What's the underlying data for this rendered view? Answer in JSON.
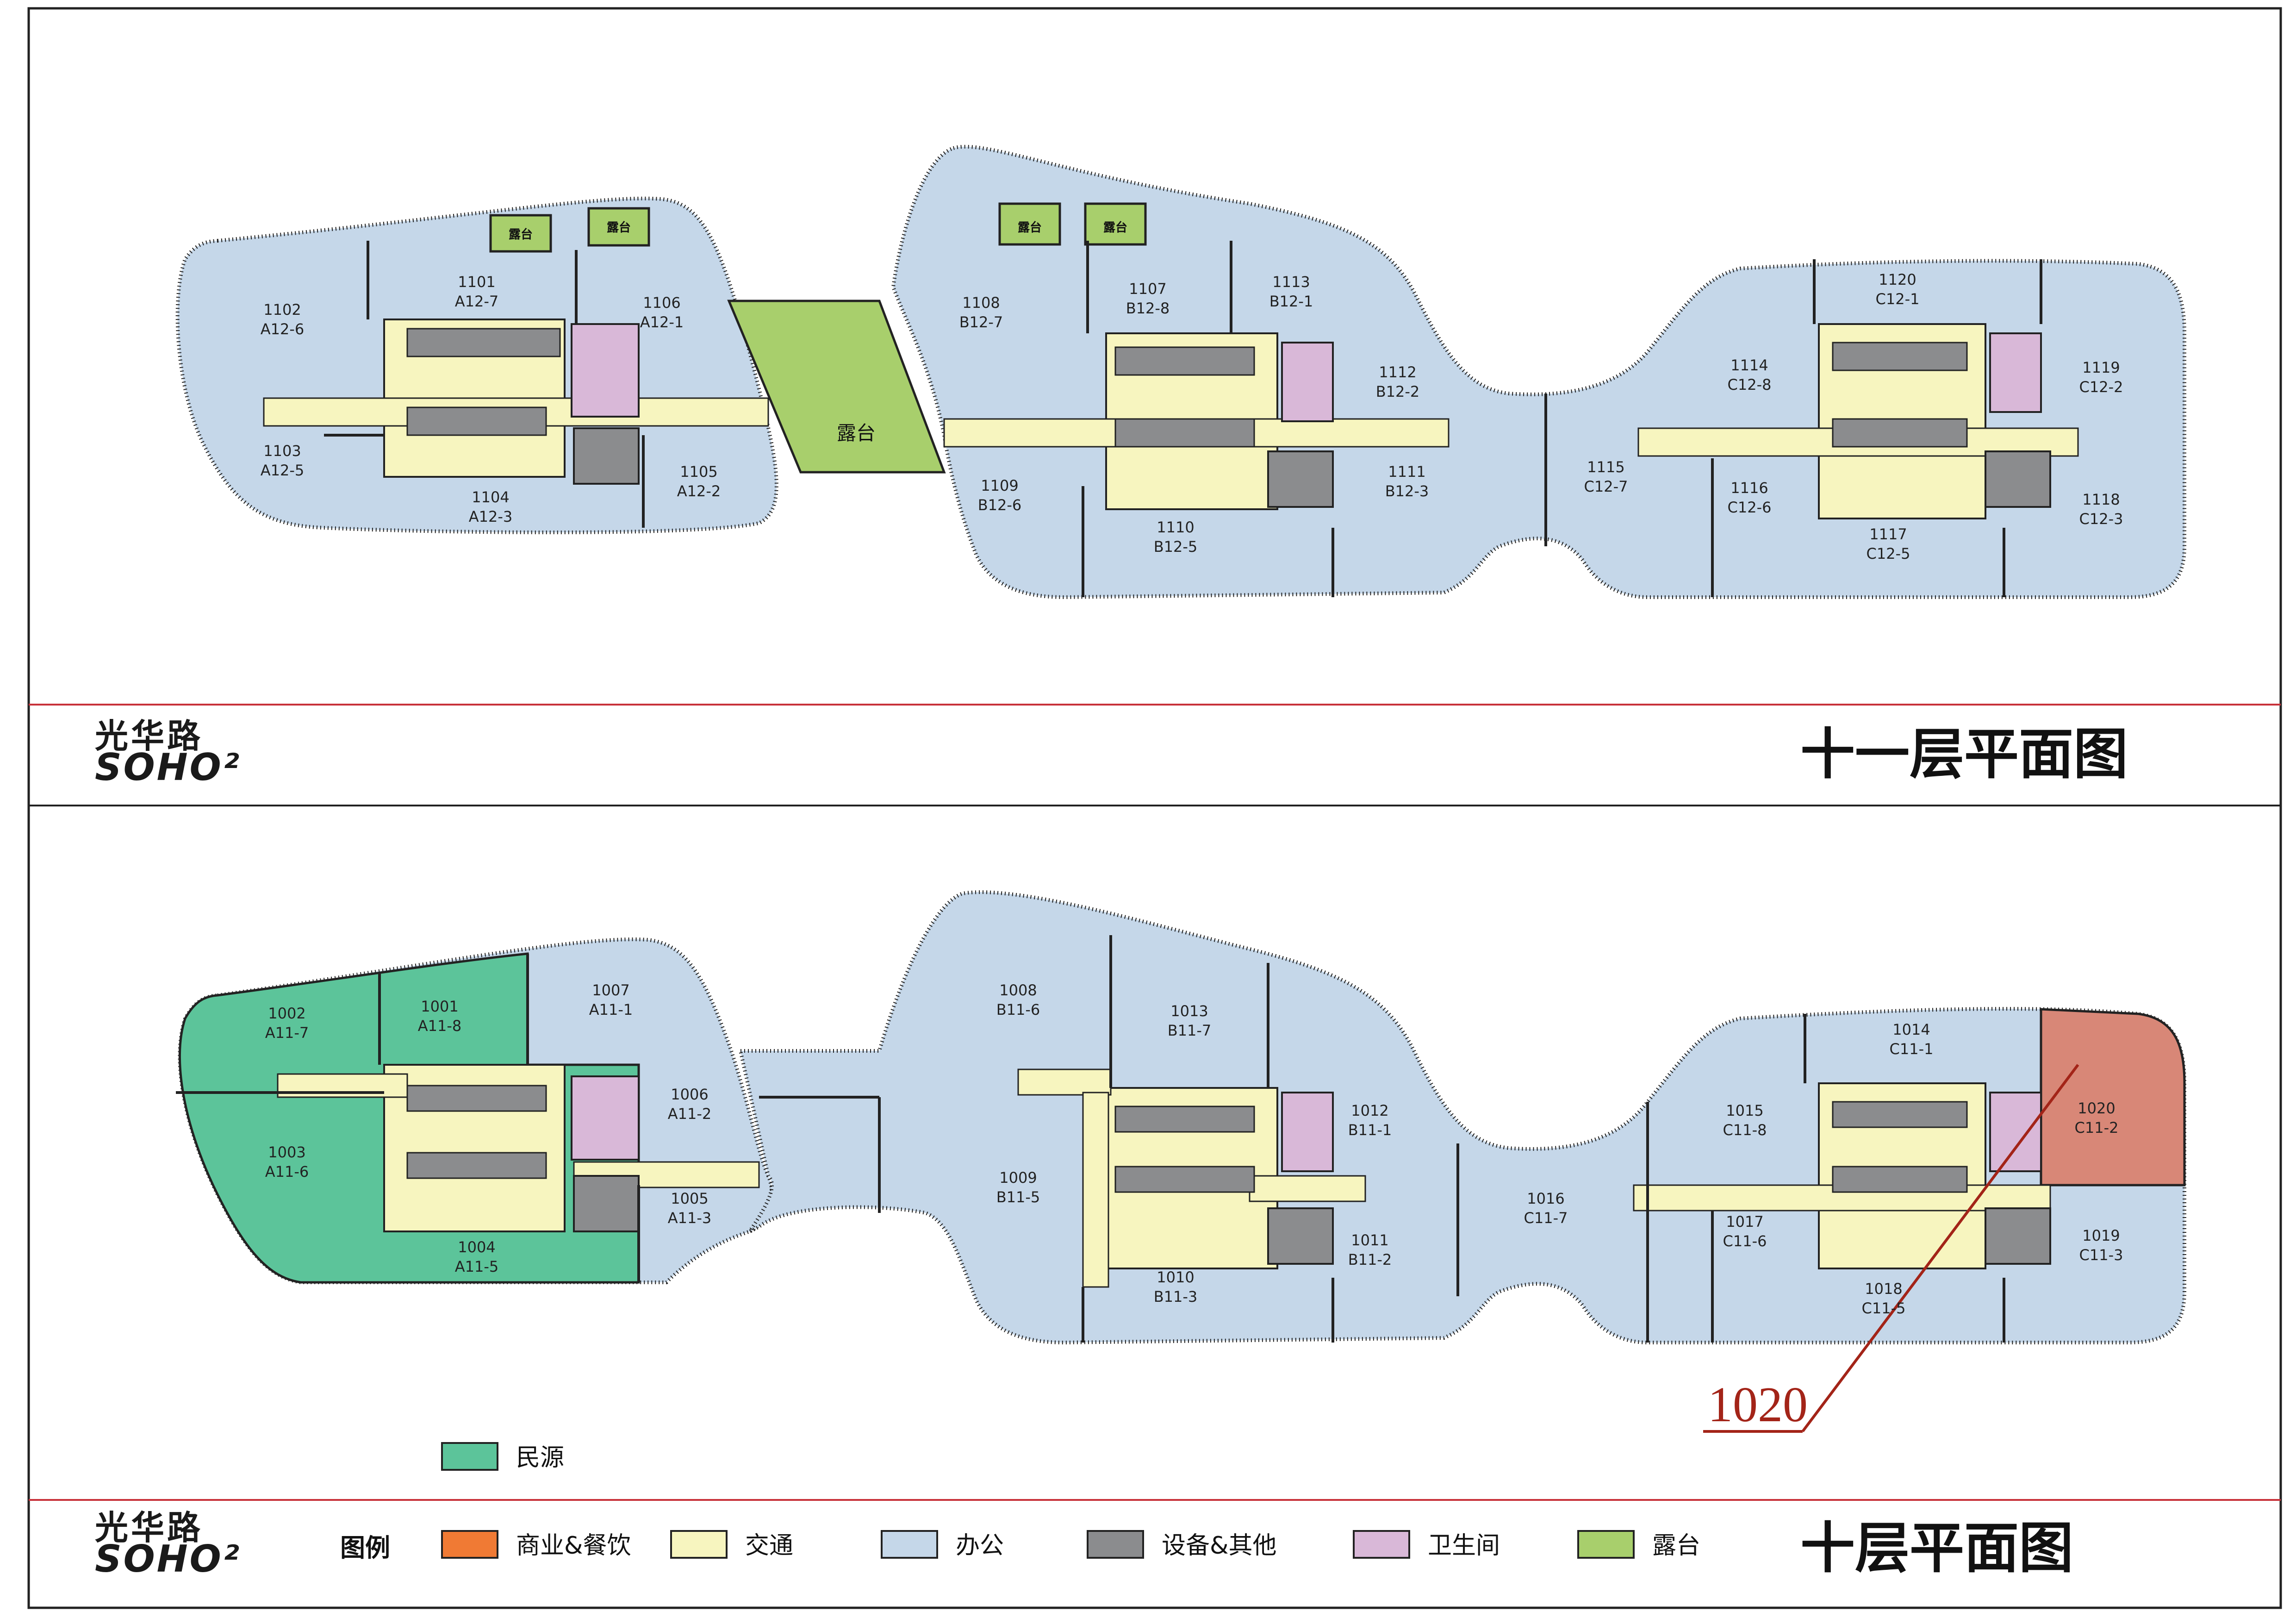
{
  "colors": {
    "commercial": "#f07a34",
    "circulation": "#f7f5bf",
    "office": "#c5d7e9",
    "equipment": "#8b8c8e",
    "restroom": "#d9b8d8",
    "terrace": "#a8cf6c",
    "minyuan": "#5cc49a",
    "highlight": "#d88777",
    "divider": "#c8323a",
    "callout": "#a32418"
  },
  "brand": {
    "logo_cn": "光华路",
    "logo_en": "SOHO²"
  },
  "floor11": {
    "title": "十一层平面图",
    "terrace_labels": [
      "露台",
      "露台",
      "露台",
      "露台"
    ],
    "central_terrace": "露台",
    "rooms": [
      {
        "num": "1101",
        "code": "A12-7"
      },
      {
        "num": "1102",
        "code": "A12-6"
      },
      {
        "num": "1103",
        "code": "A12-5"
      },
      {
        "num": "1104",
        "code": "A12-3"
      },
      {
        "num": "1105",
        "code": "A12-2"
      },
      {
        "num": "1106",
        "code": "A12-1"
      },
      {
        "num": "1107",
        "code": "B12-8"
      },
      {
        "num": "1108",
        "code": "B12-7"
      },
      {
        "num": "1109",
        "code": "B12-6"
      },
      {
        "num": "1110",
        "code": "B12-5"
      },
      {
        "num": "1111",
        "code": "B12-3"
      },
      {
        "num": "1112",
        "code": "B12-2"
      },
      {
        "num": "1113",
        "code": "B12-1"
      },
      {
        "num": "1114",
        "code": "C12-8"
      },
      {
        "num": "1115",
        "code": "C12-7"
      },
      {
        "num": "1116",
        "code": "C12-6"
      },
      {
        "num": "1117",
        "code": "C12-5"
      },
      {
        "num": "1118",
        "code": "C12-3"
      },
      {
        "num": "1119",
        "code": "C12-2"
      },
      {
        "num": "1120",
        "code": "C12-1"
      }
    ]
  },
  "floor10": {
    "title": "十层平面图",
    "rooms": [
      {
        "num": "1001",
        "code": "A11-8"
      },
      {
        "num": "1002",
        "code": "A11-7"
      },
      {
        "num": "1003",
        "code": "A11-6"
      },
      {
        "num": "1004",
        "code": "A11-5"
      },
      {
        "num": "1005",
        "code": "A11-3"
      },
      {
        "num": "1006",
        "code": "A11-2"
      },
      {
        "num": "1007",
        "code": "A11-1"
      },
      {
        "num": "1008",
        "code": "B11-6"
      },
      {
        "num": "1009",
        "code": "B11-5"
      },
      {
        "num": "1010",
        "code": "B11-3"
      },
      {
        "num": "1011",
        "code": "B11-2"
      },
      {
        "num": "1012",
        "code": "B11-1"
      },
      {
        "num": "1013",
        "code": "B11-7"
      },
      {
        "num": "1014",
        "code": "C11-1"
      },
      {
        "num": "1015",
        "code": "C11-8"
      },
      {
        "num": "1016",
        "code": "C11-7"
      },
      {
        "num": "1017",
        "code": "C11-6"
      },
      {
        "num": "1018",
        "code": "C11-5"
      },
      {
        "num": "1019",
        "code": "C11-3"
      },
      {
        "num": "1020",
        "code": "C11-2"
      }
    ],
    "callout": "1020",
    "minyuan_label": "民源"
  },
  "legend": {
    "title": "图例",
    "items": [
      {
        "label": "商业&餐饮",
        "key": "commercial"
      },
      {
        "label": "交通",
        "key": "circulation"
      },
      {
        "label": "办公",
        "key": "office"
      },
      {
        "label": "设备&其他",
        "key": "equipment"
      },
      {
        "label": "卫生间",
        "key": "restroom"
      },
      {
        "label": "露台",
        "key": "terrace"
      }
    ]
  }
}
